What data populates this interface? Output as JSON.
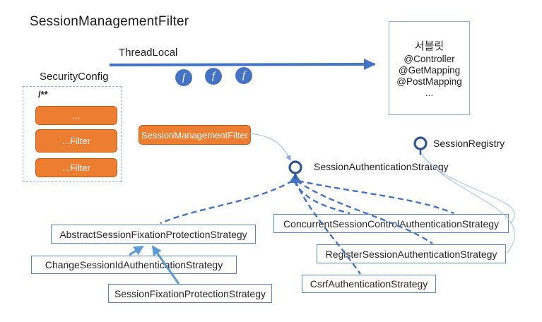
{
  "title": "SessionManagementFilter",
  "flow": {
    "thread_local_label": "ThreadLocal",
    "filter_icons": {
      "0": "f",
      "1": "f",
      "2": "f"
    },
    "servlet_box": {
      "line0": "서블릿",
      "line1": "@Controller",
      "line2": "@GetMapping",
      "line3": "@PostMapping",
      "line4": "..."
    }
  },
  "security_config": {
    "label": "SecurityConfig",
    "pattern": "/**",
    "filters": {
      "0": "...",
      "1": "...Filter",
      "2": "...Filter"
    }
  },
  "filter_chip": "SessionManagementFilter",
  "interfaces": {
    "session_authentication_strategy": "SessionAuthenticationStrategy",
    "session_registry": "SessionRegistry"
  },
  "strategies": {
    "abstract": "AbstractSessionFixationProtectionStrategy",
    "change_session_id": "ChangeSessionIdAuthenticationStrategy",
    "session_fixation": "SessionFixationProtectionStrategy",
    "concurrent": "ConcurrentSessionControlAuthenticationStrategy",
    "register": "RegisterSessionAuthenticationStrategy",
    "csrf": "CsrfAuthenticationStrategy"
  },
  "colors": {
    "accent_blue": "#4472C4",
    "dark_blue": "#2F5597",
    "inherit_blue": "#5B9BD5",
    "light_connector_blue": "#A9C6EA",
    "box_border_blue": "#5585CC",
    "orange": "#ED7D31",
    "orange_border": "#C55A11"
  }
}
